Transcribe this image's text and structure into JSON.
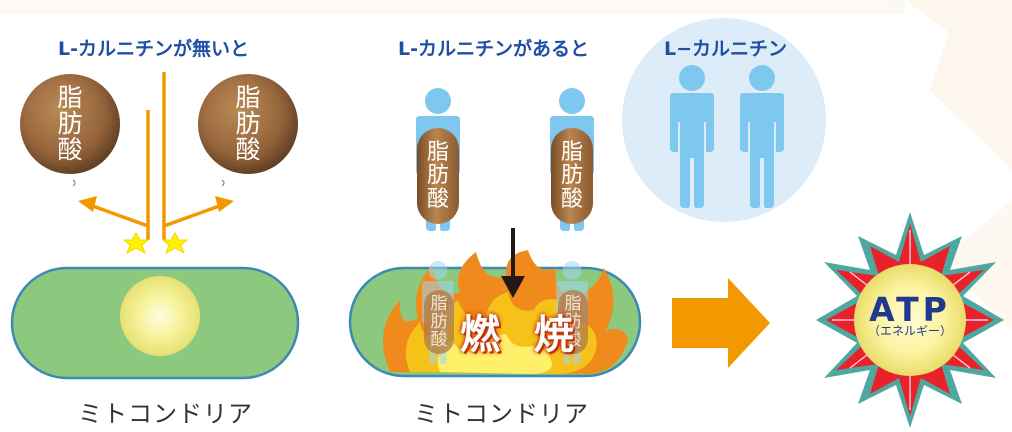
{
  "headings": {
    "without": "L-カルニチンが無いと",
    "with": "L-カルニチンがあると",
    "carnitine": "L−カルニチン"
  },
  "fatty_acid": {
    "line1": "脂",
    "line2": "肪",
    "line3": "酸"
  },
  "burn_label": "燃 焼",
  "mitochondria_label": "ミトコンドリア",
  "atp": {
    "label": "ATP",
    "sub": "（エネルギー）"
  },
  "colors": {
    "heading": "#1f4fa3",
    "mitochondria": "#8cc97f",
    "fatty_acid": "#93623a",
    "carnitine_figure": "#7ec8ef",
    "arrow": "#f39800",
    "atp_star_red": "#e8212b",
    "atp_star_teal": "#4fa8a0"
  },
  "icons": [
    "person-icon",
    "arrow-right-icon",
    "spark-icon",
    "down-arrow-icon",
    "fire-icon",
    "star-burst-icon"
  ]
}
